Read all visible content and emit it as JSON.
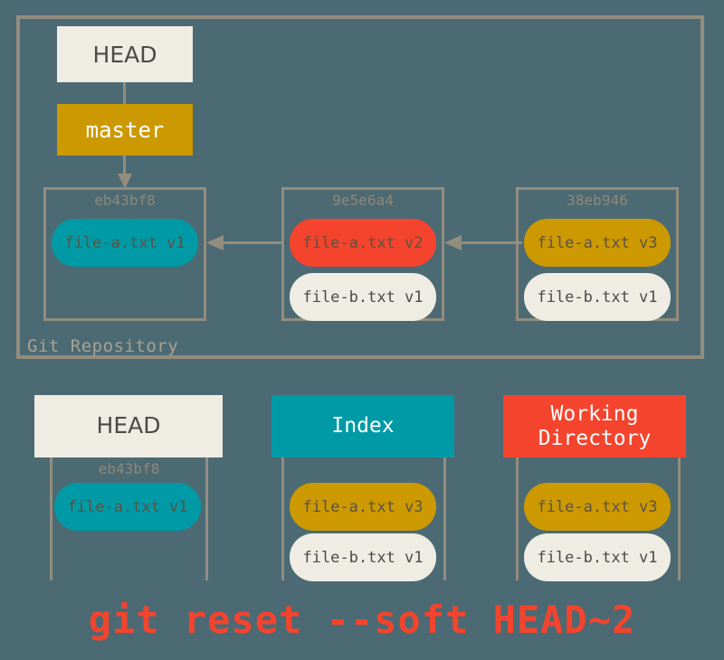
{
  "diagram": {
    "title": "git reset --soft HEAD~2",
    "caption": "git reset --soft HEAD~2",
    "repository": {
      "label": "Git Repository",
      "pointers": {
        "head_label": "HEAD",
        "branch_label": "master"
      },
      "commits": [
        {
          "hash": "eb43bf8",
          "blobs": [
            {
              "label": "file-a.txt v1",
              "color_name": "teal",
              "color": "#009aa6"
            }
          ]
        },
        {
          "hash": "9e5e6a4",
          "blobs": [
            {
              "label": "file-a.txt v2",
              "color_name": "red",
              "color": "#f4442e"
            },
            {
              "label": "file-b.txt v1",
              "color_name": "cream",
              "color": "#eeece3"
            }
          ]
        },
        {
          "hash": "38eb946",
          "blobs": [
            {
              "label": "file-a.txt v3",
              "color_name": "gold",
              "color": "#cc9900"
            },
            {
              "label": "file-b.txt v1",
              "color_name": "cream",
              "color": "#eeece3"
            }
          ]
        }
      ]
    },
    "stages": [
      {
        "name": "HEAD",
        "header_label": "HEAD",
        "header_color": "#eeece3",
        "hash": "eb43bf8",
        "blobs": [
          {
            "label": "file-a.txt v1",
            "color_name": "teal",
            "color": "#009aa6"
          }
        ]
      },
      {
        "name": "Index",
        "header_label": "Index",
        "header_color": "#009aa6",
        "hash": "",
        "blobs": [
          {
            "label": "file-a.txt v3",
            "color_name": "gold",
            "color": "#cc9900"
          },
          {
            "label": "file-b.txt v1",
            "color_name": "cream",
            "color": "#eeece3"
          }
        ]
      },
      {
        "name": "Working Directory",
        "header_label": "Working\nDirectory",
        "header_line1": "Working",
        "header_line2": "Directory",
        "header_color": "#f4442e",
        "hash": "",
        "blobs": [
          {
            "label": "file-a.txt v3",
            "color_name": "gold",
            "color": "#cc9900"
          },
          {
            "label": "file-b.txt v1",
            "color_name": "cream",
            "color": "#eeece3"
          }
        ]
      }
    ],
    "colors": {
      "background": "#4c6a73",
      "line": "#938d7e",
      "teal": "#009aa6",
      "red": "#f4442e",
      "gold": "#cc9900",
      "cream": "#eeece3",
      "hash_text": "#8f8878",
      "blob_text": "#5c5243"
    }
  }
}
